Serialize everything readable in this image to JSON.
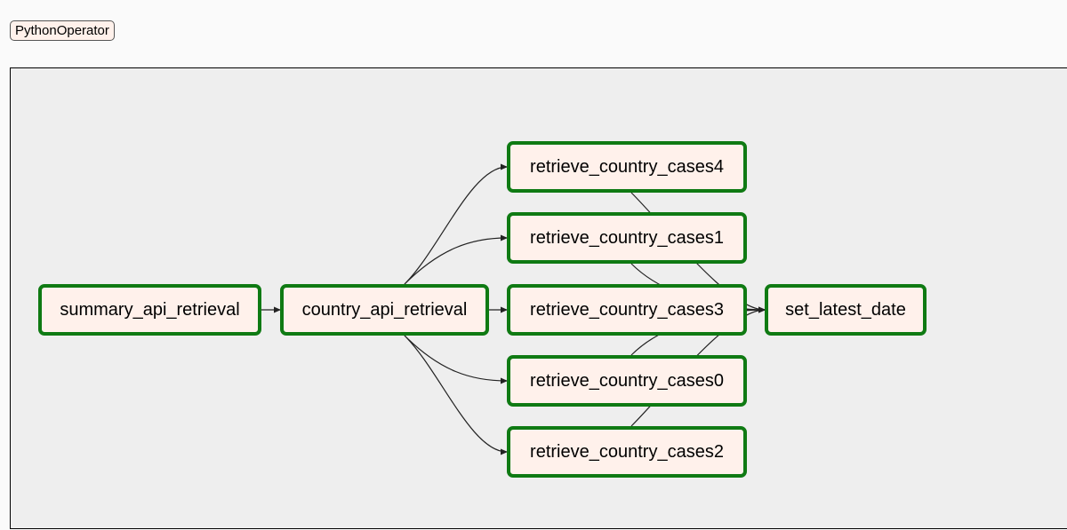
{
  "legend": {
    "operator_label": "PythonOperator"
  },
  "colors": {
    "node_border": "#0f7a13",
    "node_fill": "#fff1eb",
    "canvas_bg": "#eeeeee",
    "edge": "#222222"
  },
  "graph": {
    "nodes": [
      {
        "id": "summary_api_retrieval",
        "label": "summary_api_retrieval"
      },
      {
        "id": "country_api_retrieval",
        "label": "country_api_retrieval"
      },
      {
        "id": "retrieve_country_cases4",
        "label": "retrieve_country_cases4"
      },
      {
        "id": "retrieve_country_cases1",
        "label": "retrieve_country_cases1"
      },
      {
        "id": "retrieve_country_cases3",
        "label": "retrieve_country_cases3"
      },
      {
        "id": "retrieve_country_cases0",
        "label": "retrieve_country_cases0"
      },
      {
        "id": "retrieve_country_cases2",
        "label": "retrieve_country_cases2"
      },
      {
        "id": "set_latest_date",
        "label": "set_latest_date"
      }
    ],
    "edges": [
      {
        "from": "summary_api_retrieval",
        "to": "country_api_retrieval"
      },
      {
        "from": "country_api_retrieval",
        "to": "retrieve_country_cases4"
      },
      {
        "from": "country_api_retrieval",
        "to": "retrieve_country_cases1"
      },
      {
        "from": "country_api_retrieval",
        "to": "retrieve_country_cases3"
      },
      {
        "from": "country_api_retrieval",
        "to": "retrieve_country_cases0"
      },
      {
        "from": "country_api_retrieval",
        "to": "retrieve_country_cases2"
      },
      {
        "from": "retrieve_country_cases4",
        "to": "set_latest_date"
      },
      {
        "from": "retrieve_country_cases1",
        "to": "set_latest_date"
      },
      {
        "from": "retrieve_country_cases3",
        "to": "set_latest_date"
      },
      {
        "from": "retrieve_country_cases0",
        "to": "set_latest_date"
      },
      {
        "from": "retrieve_country_cases2",
        "to": "set_latest_date"
      }
    ]
  }
}
